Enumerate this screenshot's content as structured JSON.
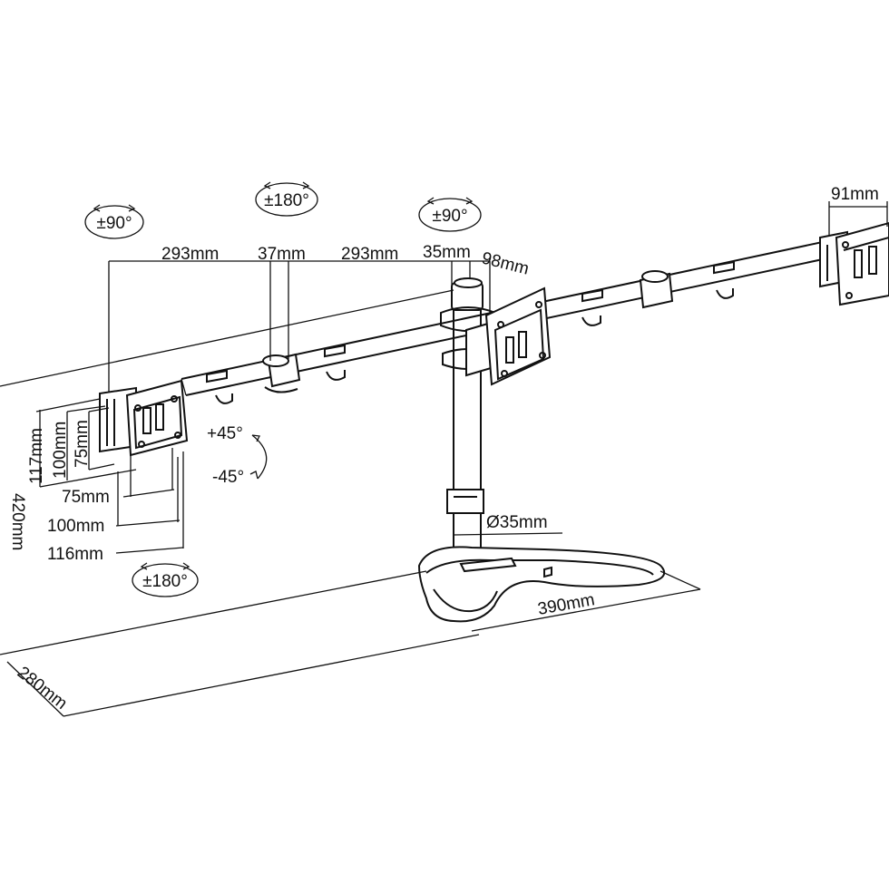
{
  "diagram": {
    "rotation_labels": {
      "left_head": "±90°",
      "left_joint": "±180°",
      "center_head": "±90°",
      "bottom_swivel": "±180°",
      "tilt_up": "+45°",
      "tilt_down": "-45°"
    },
    "dimensions": {
      "arm_left": "293mm",
      "joint": "37mm",
      "arm_right": "293mm",
      "pole_offset": "35mm",
      "head_offset": "98mm",
      "right_head": "91mm",
      "vesa_117": "117mm",
      "vesa_100_v": "100mm",
      "vesa_75_v": "75mm",
      "vesa_75_h": "75mm",
      "vesa_100_h": "100mm",
      "vesa_116_h": "116mm",
      "height": "420mm",
      "pole_diameter": "Ø35mm",
      "base_width": "390mm",
      "base_depth": "280mm"
    }
  }
}
